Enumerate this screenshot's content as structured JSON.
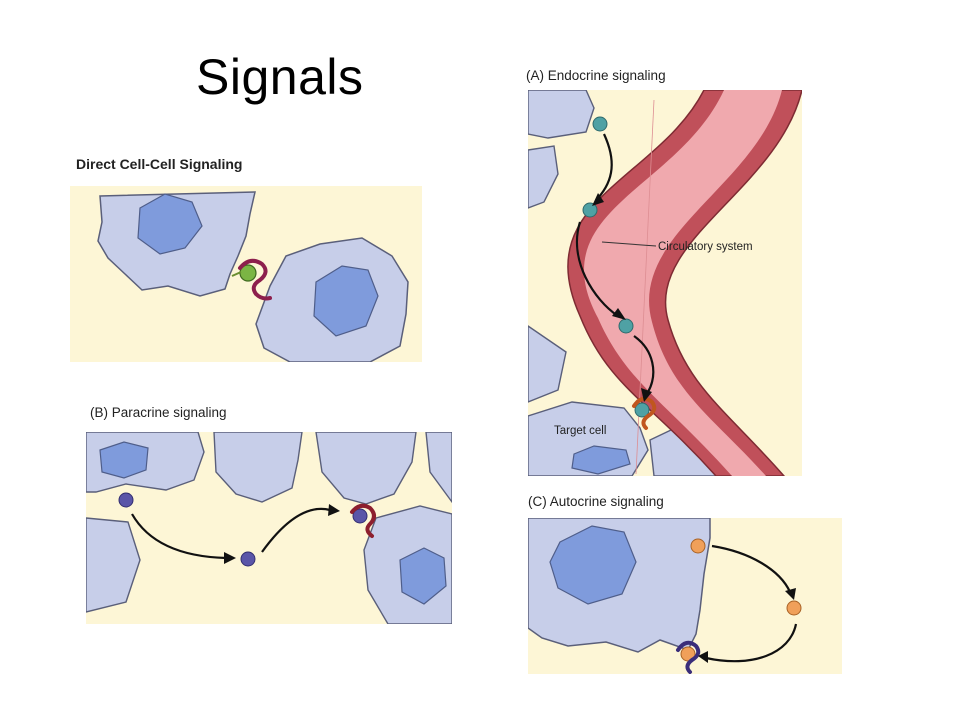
{
  "slide": {
    "title": "Signals"
  },
  "panels": {
    "direct": {
      "label": "Direct Cell-Cell Signaling"
    },
    "paracrine": {
      "label": "(B)  Paracrine signaling"
    },
    "endocrine": {
      "label": "(A)  Endocrine signaling",
      "vessel_label": "Circulatory system",
      "target_label": "Target cell"
    },
    "autocrine": {
      "label": "(C)  Autocrine signaling"
    }
  },
  "colors": {
    "background": "#fdf6d6",
    "cell": "#c7cee9",
    "nucleus": "#7f9bdc",
    "cell_outline": "#5a5f7a",
    "vessel_wall": "#c0505a",
    "vessel_fill": "#f0a9ae",
    "endocrine_signal": "#4fa1a4",
    "paracrine_signal": "#5a55a8",
    "autocrine_signal": "#f0a05a",
    "direct_signal": "#7bb544",
    "receptor_direct": "#8d1f4c",
    "receptor_paracrine": "#8d1f2e",
    "receptor_endocrine": "#c0561e",
    "receptor_autocrine": "#3a2d7a"
  }
}
